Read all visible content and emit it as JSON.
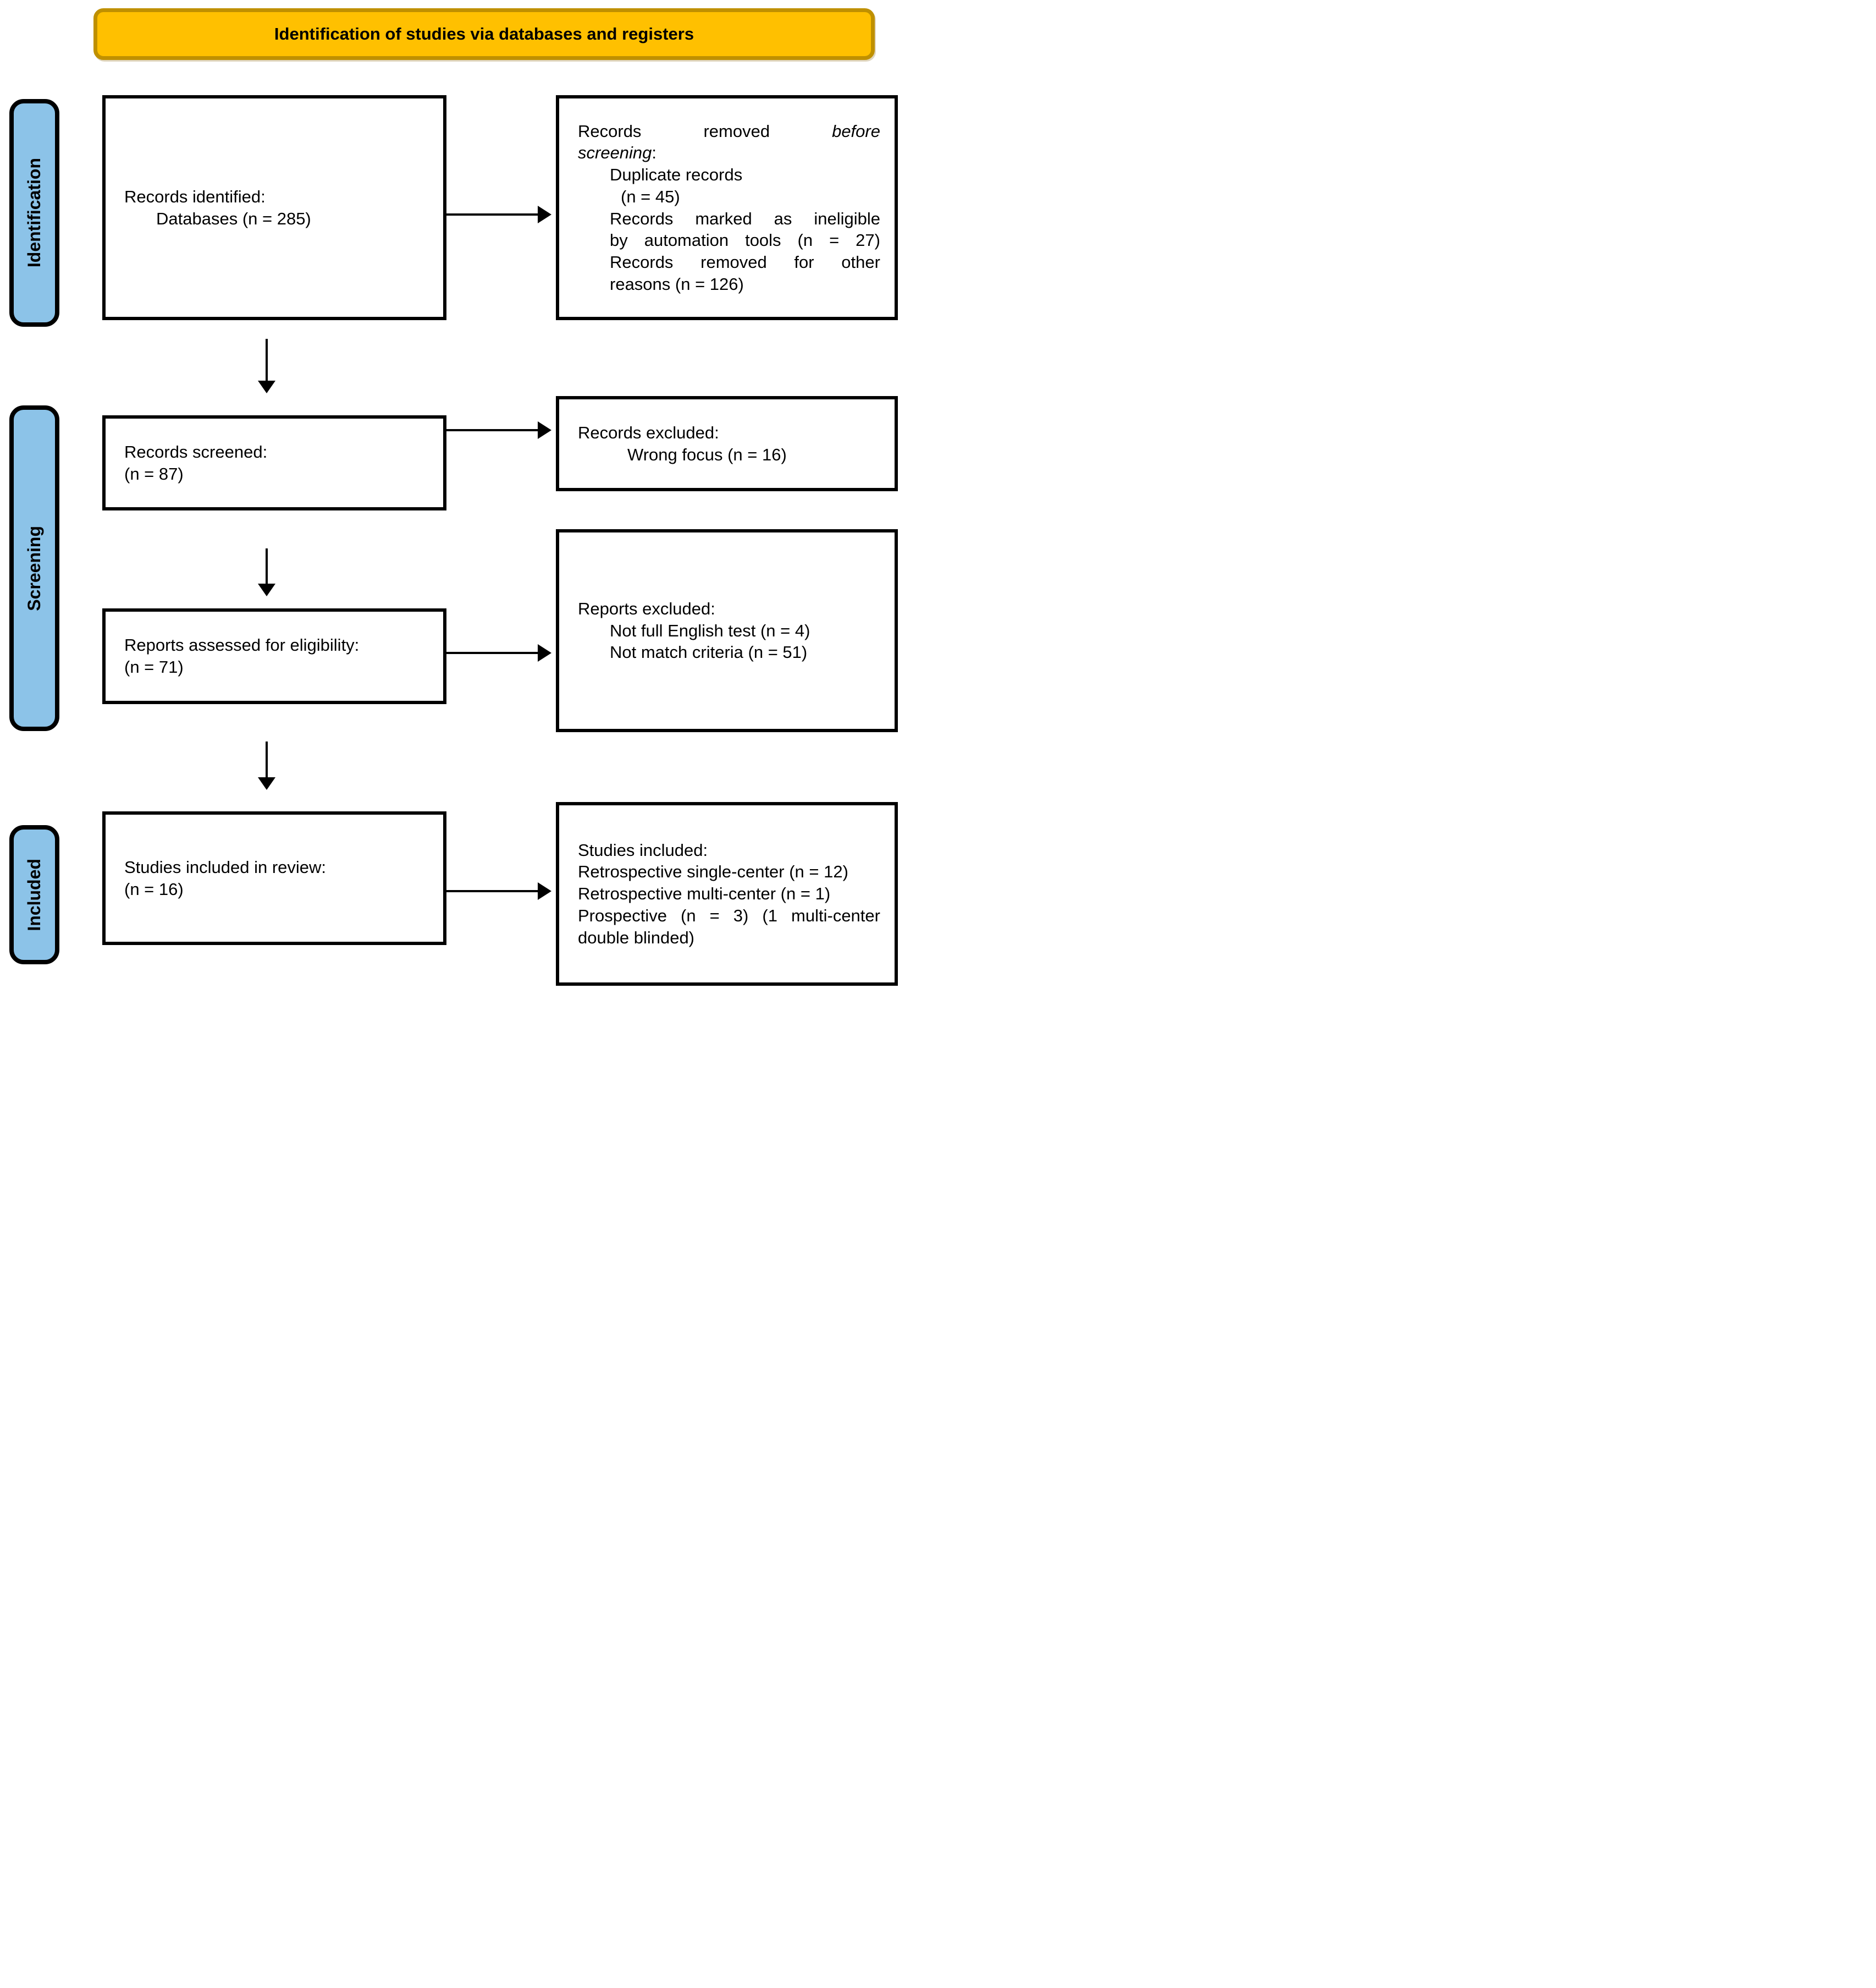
{
  "title": "Identification of studies via databases and registers",
  "colors": {
    "banner_fill": "#FFC000",
    "banner_border": "#BF9000",
    "sidebar_fill": "#8CC3E8",
    "line_color": "#000000"
  },
  "sidebar": {
    "identification": "Identification",
    "screening": "Screening",
    "included": "Included"
  },
  "flow": {
    "records_identified": {
      "line1": "Records identified:",
      "line2": "Databases (n = 285)"
    },
    "records_removed": {
      "j1w1": "Records",
      "j1w2": "removed",
      "j1w3_italic": "before",
      "line2_italic": "screening",
      "line2_colon": ":",
      "line3": "Duplicate records",
      "line4": "(n = 45)",
      "line5": "Records marked as ineligible",
      "line6": "by automation tools (n = 27)",
      "line7": "Records removed for other",
      "line8": "reasons (n = 126)"
    },
    "records_screened": {
      "line1": "Records screened:",
      "line2": "(n = 87)"
    },
    "records_excluded": {
      "line1": "Records excluded:",
      "line2": "Wrong focus (n = 16)"
    },
    "reports_assessed": {
      "line1": "Reports assessed for eligibility:",
      "line2": "(n = 71)"
    },
    "reports_excluded": {
      "line1": "Reports excluded:",
      "line2": "Not full English test (n = 4)",
      "line3": "Not match criteria (n = 51)"
    },
    "studies_included_review": {
      "line1": "Studies included in review:",
      "line2": "(n = 16)"
    },
    "studies_included": {
      "line1": "Studies included:",
      "line2": "Retrospective single-center (n = 12)",
      "line3": "Retrospective multi-center (n = 1)",
      "line4": "Prospective (n = 3) (1 multi-center",
      "line5": "double blinded)"
    }
  }
}
